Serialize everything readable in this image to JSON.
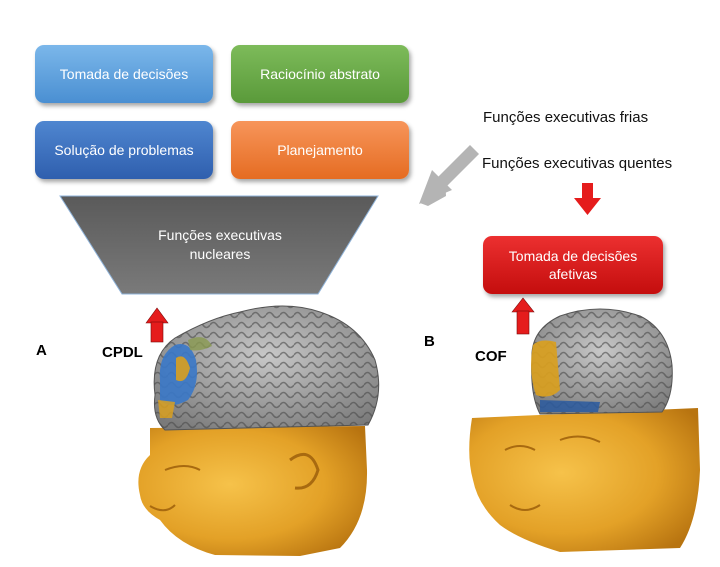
{
  "boxes": {
    "tomada": "Tomada de decisões",
    "raciocinio": "Raciocínio abstrato",
    "solucao": "Solução de problemas",
    "planejamento": "Planejamento",
    "nucleares": "Funções executivas nucleares",
    "afetivas": "Tomada de decisões afetivas"
  },
  "legend": {
    "frias": "Funções executivas frias",
    "quentes": "Funções executivas quentes"
  },
  "labels": {
    "a": "A",
    "b": "B",
    "cpdl": "CPDL",
    "cof": "COF"
  },
  "colors": {
    "blue_light": "#5aa0dc",
    "green": "#6aa94a",
    "blue_dark": "#3f72c2",
    "orange": "#f07f3c",
    "funnel": "#6e6e6e",
    "red_box": "#d81818",
    "arrow_red": "#e51c1c",
    "arrow_gray": "#b4b4b4",
    "skin": "#e3a127"
  }
}
